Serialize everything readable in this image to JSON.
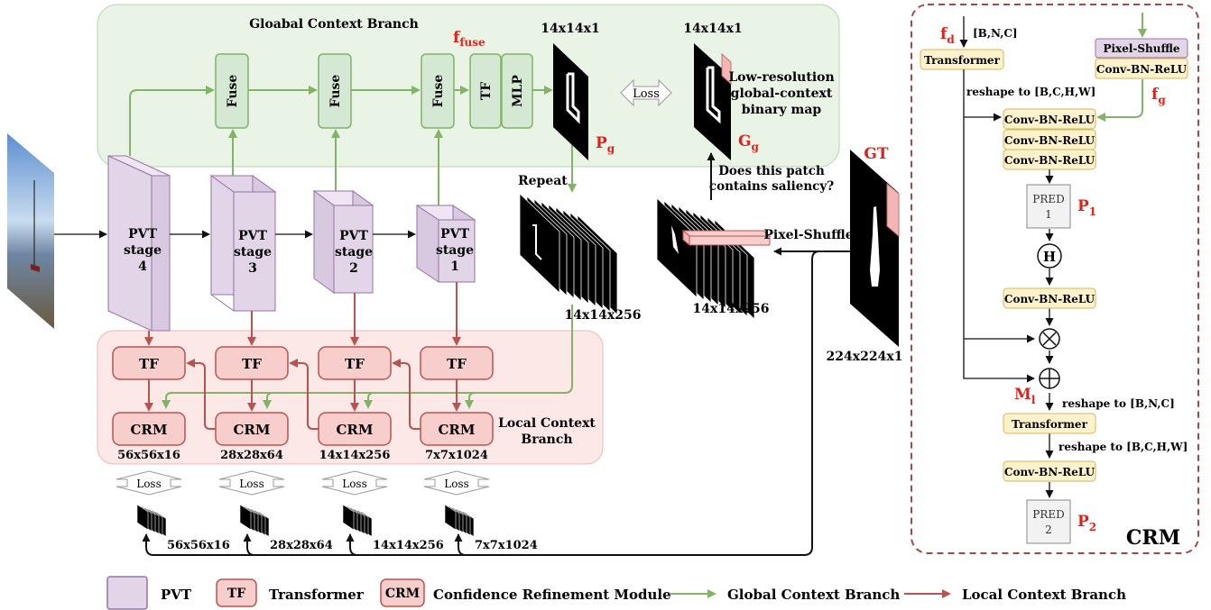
{
  "colors": {
    "global_green": "#82b366",
    "global_fill": "#d5e8d4",
    "local_red": "#b85450",
    "local_fill": "#f8cecc",
    "pvt_purple": "#9673a6",
    "pvt_fill": "#e1d5e7",
    "crm_yellow": "#fff2cc",
    "crm_border": "#d6b656",
    "label_red": "#e0201b",
    "crm_frame": "#a04a4a"
  },
  "global_branch": {
    "title": "Gloabal Context Branch",
    "fuse_label": "Fuse",
    "tf_label": "TF",
    "mlp_label": "MLP",
    "f_fuse": "f",
    "f_fuse_sub": "fuse",
    "pg_dim": "14x14x1",
    "gg_dim": "14x14x1",
    "loss": "Loss",
    "pg": "P",
    "pg_sub": "g",
    "gg": "G",
    "gg_sub": "g",
    "lowres_lines": [
      "Low-resolution",
      "global-context",
      "binary map"
    ],
    "question_lines": [
      "Does this patch",
      "contains saliency?"
    ],
    "repeat": "Repeat",
    "repeat_dim": "14x14x256",
    "shuffle_dim": "14x14x256",
    "pixel_shuffle": "Pixel-Shuffle",
    "gt": "GT",
    "gt_dim": "224x224x1"
  },
  "pvt_stages": [
    {
      "line1": "PVT",
      "line2": "stage",
      "line3": "4"
    },
    {
      "line1": "PVT",
      "line2": "stage",
      "line3": "3"
    },
    {
      "line1": "PVT",
      "line2": "stage",
      "line3": "2"
    },
    {
      "line1": "PVT",
      "line2": "stage",
      "line3": "1"
    }
  ],
  "local_branch": {
    "title_lines": [
      "Local Context",
      "Branch"
    ],
    "tf_label": "TF",
    "crm_label": "CRM",
    "dims": [
      "56x56x16",
      "28x28x64",
      "14x14x256",
      "7x7x1024"
    ],
    "loss": "Loss",
    "out_dims": [
      "56x56x16",
      "28x28x64",
      "14x14x256",
      "7x7x1024"
    ]
  },
  "crm_panel": {
    "title": "CRM",
    "fd": "f",
    "fd_sub": "d",
    "bnc": "[B,N,C]",
    "transformer": "Transformer",
    "pixel_shuffle": "Pixel-Shuffle",
    "conv": "Conv-BN-ReLU",
    "fg": "f",
    "fg_sub": "g",
    "reshape_bchw": "reshape to [B,C,H,W]",
    "reshape_bnc": "reshape to [B,N,C]",
    "pred1": [
      "PRED",
      "1"
    ],
    "pred2": [
      "PRED",
      "2"
    ],
    "p1": "P",
    "p1_sub": "1",
    "p2": "P",
    "p2_sub": "2",
    "h_op": "H",
    "ml": "M",
    "ml_sub": "l"
  },
  "legend": {
    "pvt": "PVT",
    "tf_box": "TF",
    "tf_text": "Transformer",
    "crm_box": "CRM",
    "crm_text": "Confidence Refinement Module",
    "global": "Global Context Branch",
    "local": "Local Context Branch"
  }
}
